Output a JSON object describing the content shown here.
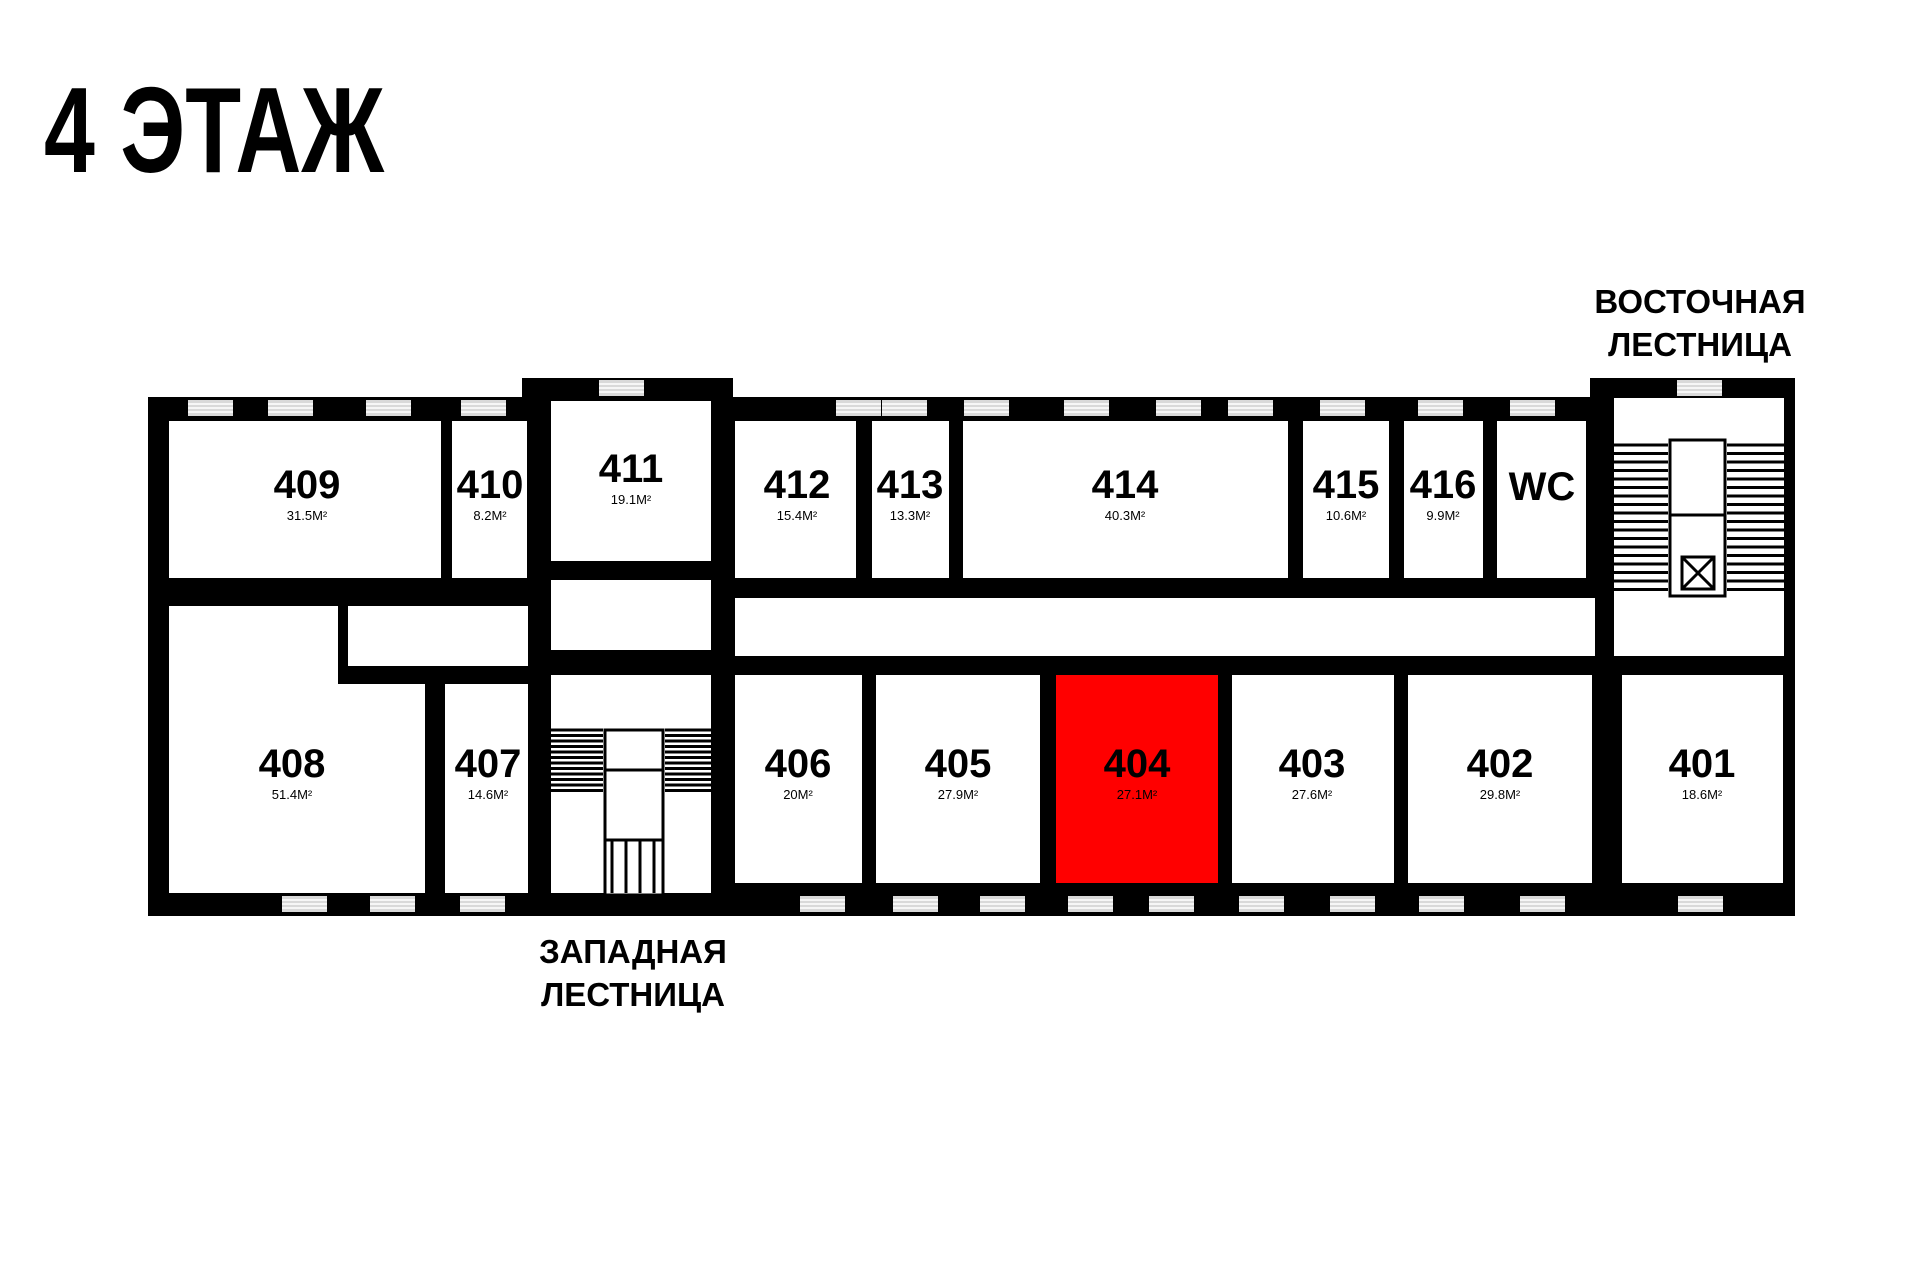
{
  "floor_title": "4 ЭТАЖ",
  "stairs": {
    "east": [
      "ВОСТОЧНАЯ",
      "ЛЕСТНИЦА"
    ],
    "west": [
      "ЗАПАДНАЯ",
      "ЛЕСТНИЦА"
    ]
  },
  "colors": {
    "wall": "#000000",
    "room": "#ffffff",
    "window": "#d9d9d9",
    "highlight": "#ff0000"
  },
  "highlighted_room": "404",
  "rooms": [
    {
      "id": "409",
      "area": "31.5М²"
    },
    {
      "id": "410",
      "area": "8.2М²"
    },
    {
      "id": "411",
      "area": "19.1М²"
    },
    {
      "id": "412",
      "area": "15.4М²"
    },
    {
      "id": "413",
      "area": "13.3М²"
    },
    {
      "id": "414",
      "area": "40.3М²"
    },
    {
      "id": "415",
      "area": "10.6М²"
    },
    {
      "id": "416",
      "area": "9.9М²"
    },
    {
      "id": "WC",
      "area": ""
    },
    {
      "id": "408",
      "area": "51.4М²"
    },
    {
      "id": "407",
      "area": "14.6М²"
    },
    {
      "id": "406",
      "area": "20М²"
    },
    {
      "id": "405",
      "area": "27.9М²"
    },
    {
      "id": "404",
      "area": "27.1М²"
    },
    {
      "id": "403",
      "area": "27.6М²"
    },
    {
      "id": "402",
      "area": "29.8М²"
    },
    {
      "id": "401",
      "area": "18.6М²"
    }
  ]
}
